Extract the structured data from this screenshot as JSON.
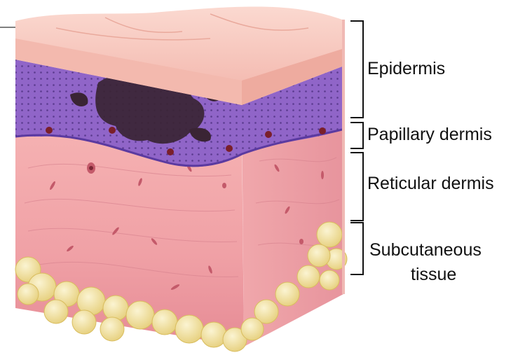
{
  "labels": {
    "epidermis": "Epidermis",
    "papillary_dermis": "Papillary dermis",
    "reticular_dermis": "Reticular dermis",
    "subcutaneous_line1": "Subcutaneous",
    "subcutaneous_line2": "tissue"
  },
  "colors": {
    "stratum_corneum": "#f6c6bd",
    "epidermis_purple": "#8e5fc4",
    "dermis_pink": "#f2a9ad",
    "dermis_deep": "#e88d97",
    "fat": "#f1e2a0",
    "lesion": "#3a2434",
    "bracket": "#111111"
  }
}
